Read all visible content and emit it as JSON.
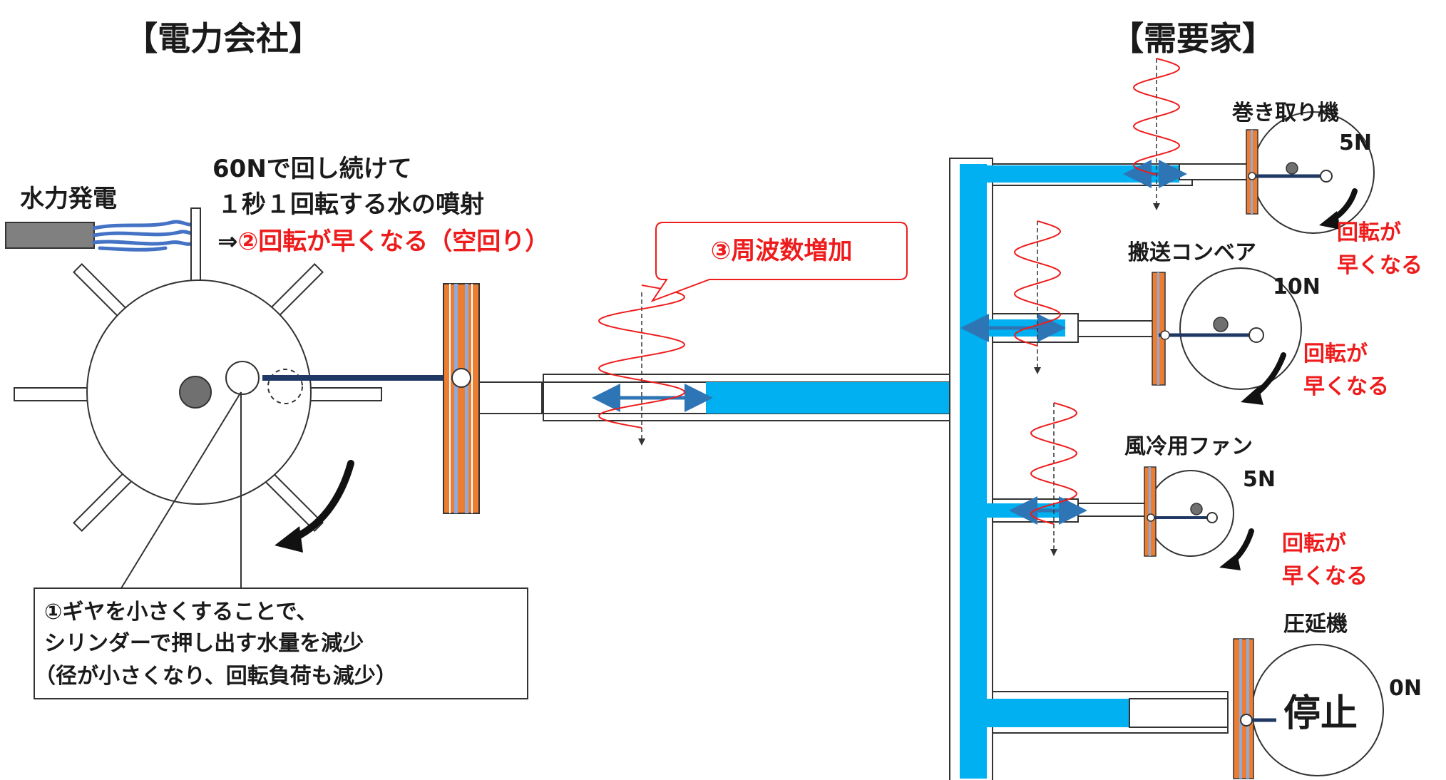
{
  "headings": {
    "supplier": "【電力会社】",
    "consumer": "【需要家】"
  },
  "generator": {
    "label": "水力発電",
    "note_line1": "60Nで回し続けて",
    "note_line2": "１秒１回転する水の噴射",
    "note_line3_prefix": "⇒",
    "note_line3_red": "②回転が早くなる（空回り）"
  },
  "callout_frequency": "③周波数増加",
  "gear_note": {
    "line1": "①ギヤを小さくすることで、",
    "line2": "シリンダーで押し出す水量を減少",
    "line3": "（径が小さくなり、回転負荷も減少）"
  },
  "loads": [
    {
      "name": "巻き取り機",
      "force": "5N",
      "note1": "回転が",
      "note2": "早くなる"
    },
    {
      "name": "搬送コンベア",
      "force": "10N",
      "note1": "回転が",
      "note2": "早くなる"
    },
    {
      "name": "風冷用ファン",
      "force": "5N",
      "note1": "回転が",
      "note2": "早くなる"
    },
    {
      "name": "圧延機",
      "force": "0N",
      "status": "停止"
    }
  ],
  "colors": {
    "water": "#00b0f0",
    "plate": "#ed7d31",
    "plate_stripe": "#8faadc",
    "rod": "#1f3864",
    "arrow_blue": "#2e75b6",
    "wave": "#ee1c1c",
    "gray_hub": "#707070",
    "nozzle": "#808080",
    "jet": "#4472c4"
  },
  "icons": [
    "curved-arrow-icon",
    "double-arrow-icon",
    "sine-wave-icon"
  ]
}
